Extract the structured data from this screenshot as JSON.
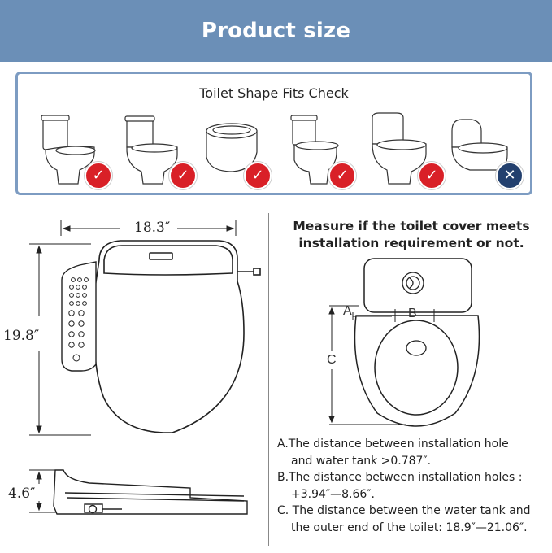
{
  "banner": {
    "title": "Product size"
  },
  "shape_check": {
    "title": "Toilet Shape Fits Check",
    "items": [
      {
        "icon": "two-piece-toilet-icon",
        "status": "ok"
      },
      {
        "icon": "one-piece-toilet-icon",
        "status": "ok"
      },
      {
        "icon": "wall-hung-toilet-icon",
        "status": "ok"
      },
      {
        "icon": "close-coupled-toilet-icon",
        "status": "ok"
      },
      {
        "icon": "rounded-tank-toilet-icon",
        "status": "ok"
      },
      {
        "icon": "tankless-integrated-toilet-icon",
        "status": "no"
      }
    ],
    "colors": {
      "ok": "#d92027",
      "no": "#23406e",
      "panel_border": "#7d9cc2"
    }
  },
  "dimensions": {
    "width": "18.3″",
    "length": "19.8″",
    "height": "4.6″"
  },
  "measure": {
    "title_line1": "Measure if the toilet cover meets",
    "title_line2": "installation requirement or not.",
    "label_a": "A",
    "label_b": "B",
    "label_c": "C",
    "notes": [
      {
        "text": "A.The distance between installation hole",
        "indent": false
      },
      {
        "text": "and water tank >0.787″.",
        "indent": true
      },
      {
        "text": "B.The distance between installation  holes :",
        "indent": false
      },
      {
        "text": "+3.94″—8.66″.",
        "indent": true
      },
      {
        "text": "C. The distance between the water  tank and",
        "indent": false
      },
      {
        "text": "the outer end of the toilet: 18.9″—21.06″.",
        "indent": true
      }
    ]
  },
  "colors": {
    "banner": "#6b8fb7"
  }
}
